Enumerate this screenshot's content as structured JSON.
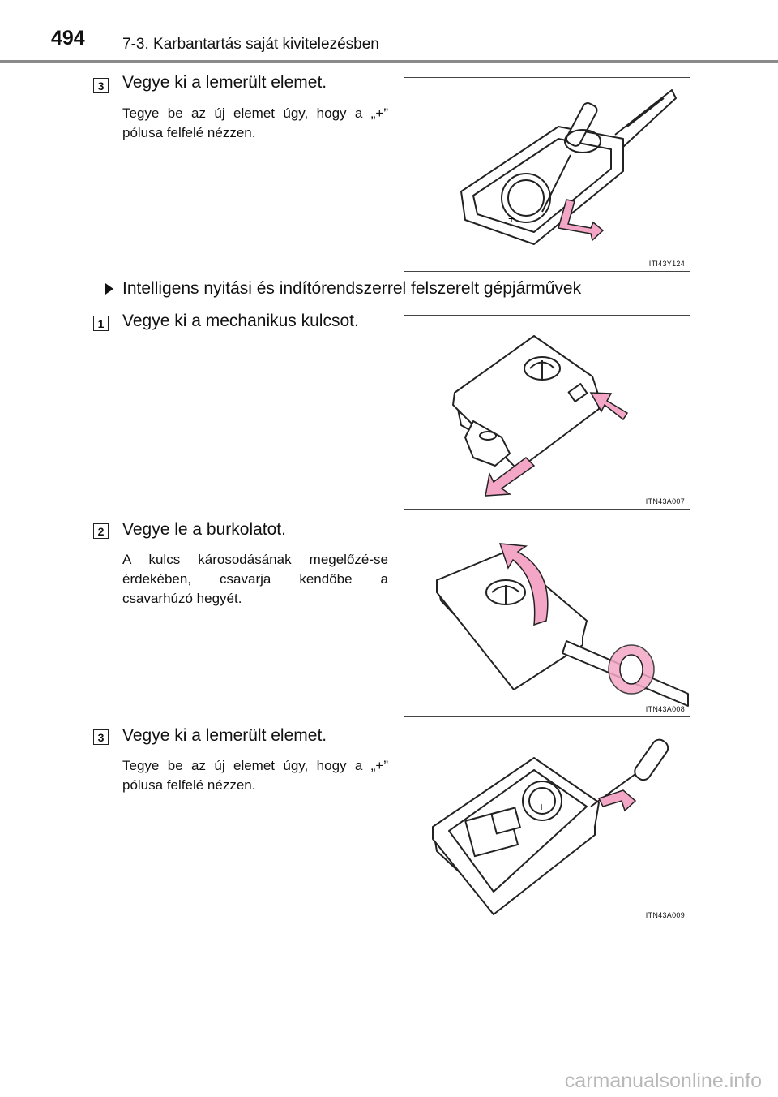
{
  "header": {
    "page_number": "494",
    "section_title": "7-3. Karbantartás saját kivitelezésben"
  },
  "steps_a": [
    {
      "number": "3",
      "title": "Vegye ki a lemerült elemet.",
      "description": "Tegye be az új elemet úgy, hogy a „+” pólusa felfelé nézzen.",
      "figure_code": "ITI43Y124"
    }
  ],
  "subheading": "Intelligens nyitási és indítórendszerrel felszerelt gépjárművek",
  "steps_b": [
    {
      "number": "1",
      "title": "Vegye ki a mechanikus kulcsot.",
      "figure_code": "ITN43A007"
    },
    {
      "number": "2",
      "title": "Vegye le a burkolatot.",
      "description": "A kulcs károsodásának megelőzé-se érdekében, csavarja kendőbe a csavarhúzó hegyét.",
      "figure_code": "ITN43A008"
    },
    {
      "number": "3",
      "title": "Vegye ki a lemerült elemet.",
      "description": "Tegye be az új elemet úgy, hogy a „+” pólusa felfelé nézzen.",
      "figure_code": "ITN43A009"
    }
  ],
  "figure_marks": {
    "plus_sign": "+"
  },
  "colors": {
    "arrow_pink": "#f4a6c6",
    "rule_gray": "#8a8a8a"
  },
  "footer": {
    "watermark": "carmanualsonline.info"
  }
}
